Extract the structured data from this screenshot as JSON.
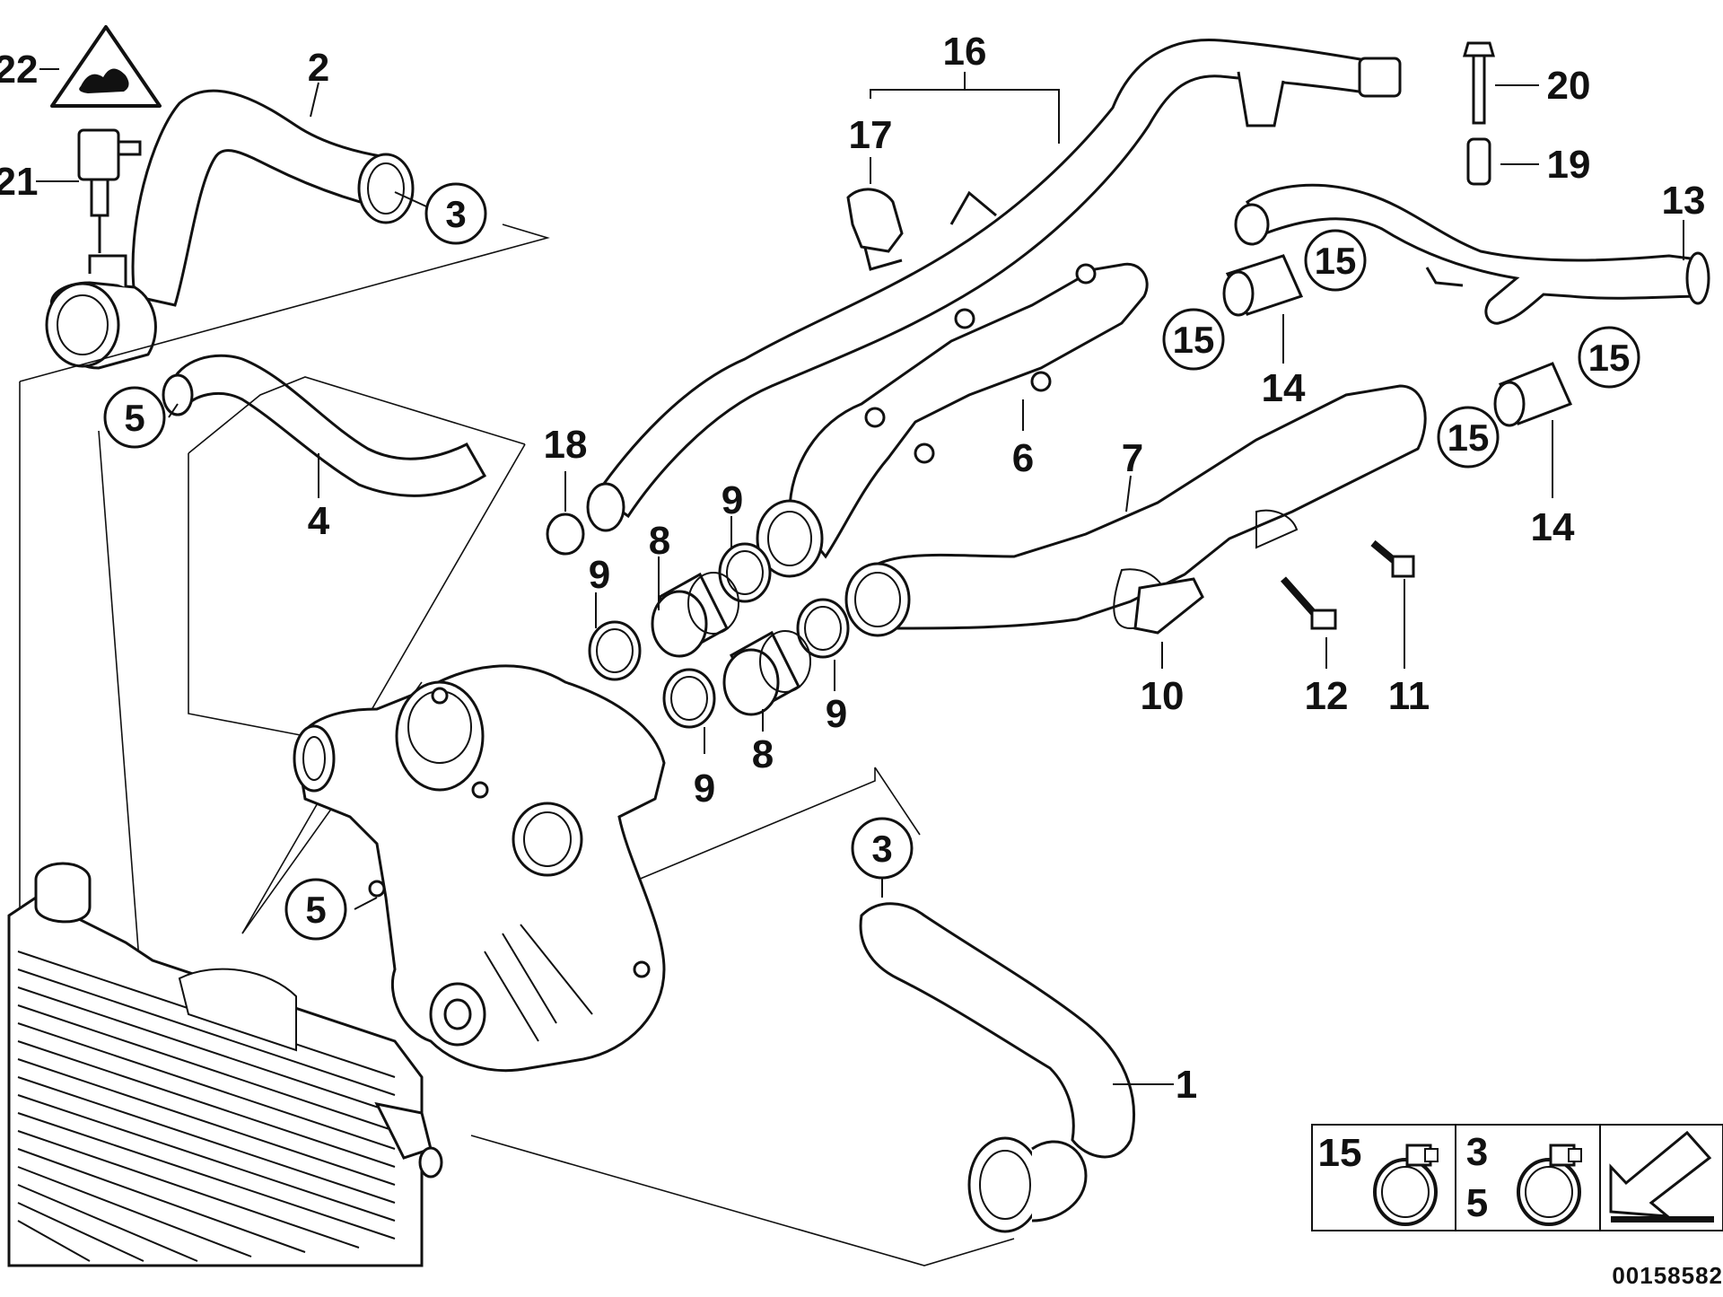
{
  "diagram": {
    "callouts": [
      {
        "id": "22",
        "text": "22"
      },
      {
        "id": "2",
        "text": "2"
      },
      {
        "id": "21",
        "text": "21"
      },
      {
        "id": "3a",
        "text": "3"
      },
      {
        "id": "5a",
        "text": "5"
      },
      {
        "id": "4",
        "text": "4"
      },
      {
        "id": "18",
        "text": "18"
      },
      {
        "id": "16",
        "text": "16"
      },
      {
        "id": "17",
        "text": "17"
      },
      {
        "id": "20",
        "text": "20"
      },
      {
        "id": "19",
        "text": "19"
      },
      {
        "id": "13",
        "text": "13"
      },
      {
        "id": "15a",
        "text": "15"
      },
      {
        "id": "15b",
        "text": "15"
      },
      {
        "id": "14a",
        "text": "14"
      },
      {
        "id": "15c",
        "text": "15"
      },
      {
        "id": "15d",
        "text": "15"
      },
      {
        "id": "14b",
        "text": "14"
      },
      {
        "id": "6",
        "text": "6"
      },
      {
        "id": "7",
        "text": "7"
      },
      {
        "id": "9a",
        "text": "9"
      },
      {
        "id": "8a",
        "text": "8"
      },
      {
        "id": "9b",
        "text": "9"
      },
      {
        "id": "9c",
        "text": "9"
      },
      {
        "id": "8b",
        "text": "8"
      },
      {
        "id": "9d",
        "text": "9"
      },
      {
        "id": "10",
        "text": "10"
      },
      {
        "id": "12",
        "text": "12"
      },
      {
        "id": "11",
        "text": "11"
      },
      {
        "id": "3b",
        "text": "3"
      },
      {
        "id": "5b",
        "text": "5"
      },
      {
        "id": "1",
        "text": "1"
      }
    ],
    "legend": {
      "cell1": "15",
      "cell2_top": "3",
      "cell2_bottom": "5"
    },
    "diagram_code": "00158582"
  }
}
